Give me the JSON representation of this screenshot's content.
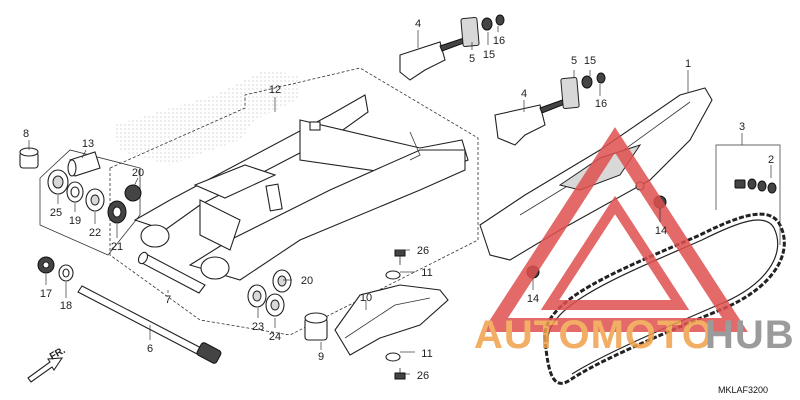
{
  "diagram": {
    "code": "MKLAF3200",
    "direction_label": "FR.",
    "watermark": {
      "prefix": "AUTOMOTO",
      "suffix": "HUB",
      "color_orange": "#f0a04a",
      "color_gray": "#8a8a8a",
      "color_red": "#e05050"
    },
    "callouts": {
      "c1": "1",
      "c2": "2",
      "c3": "3",
      "c4a": "4",
      "c4b": "4",
      "c5a": "5",
      "c5b": "5",
      "c6": "6",
      "c7": "7",
      "c8": "8",
      "c9": "9",
      "c10": "10",
      "c11a": "11",
      "c11b": "11",
      "c12": "12",
      "c13": "13",
      "c14a": "14",
      "c14b": "14",
      "c15a": "15",
      "c15b": "15",
      "c16a": "16",
      "c16b": "16",
      "c17": "17",
      "c18": "18",
      "c19": "19",
      "c20a": "20",
      "c20b": "20",
      "c21": "21",
      "c22": "22",
      "c23": "23",
      "c24": "24",
      "c25": "25",
      "c26a": "26",
      "c26b": "26"
    }
  }
}
